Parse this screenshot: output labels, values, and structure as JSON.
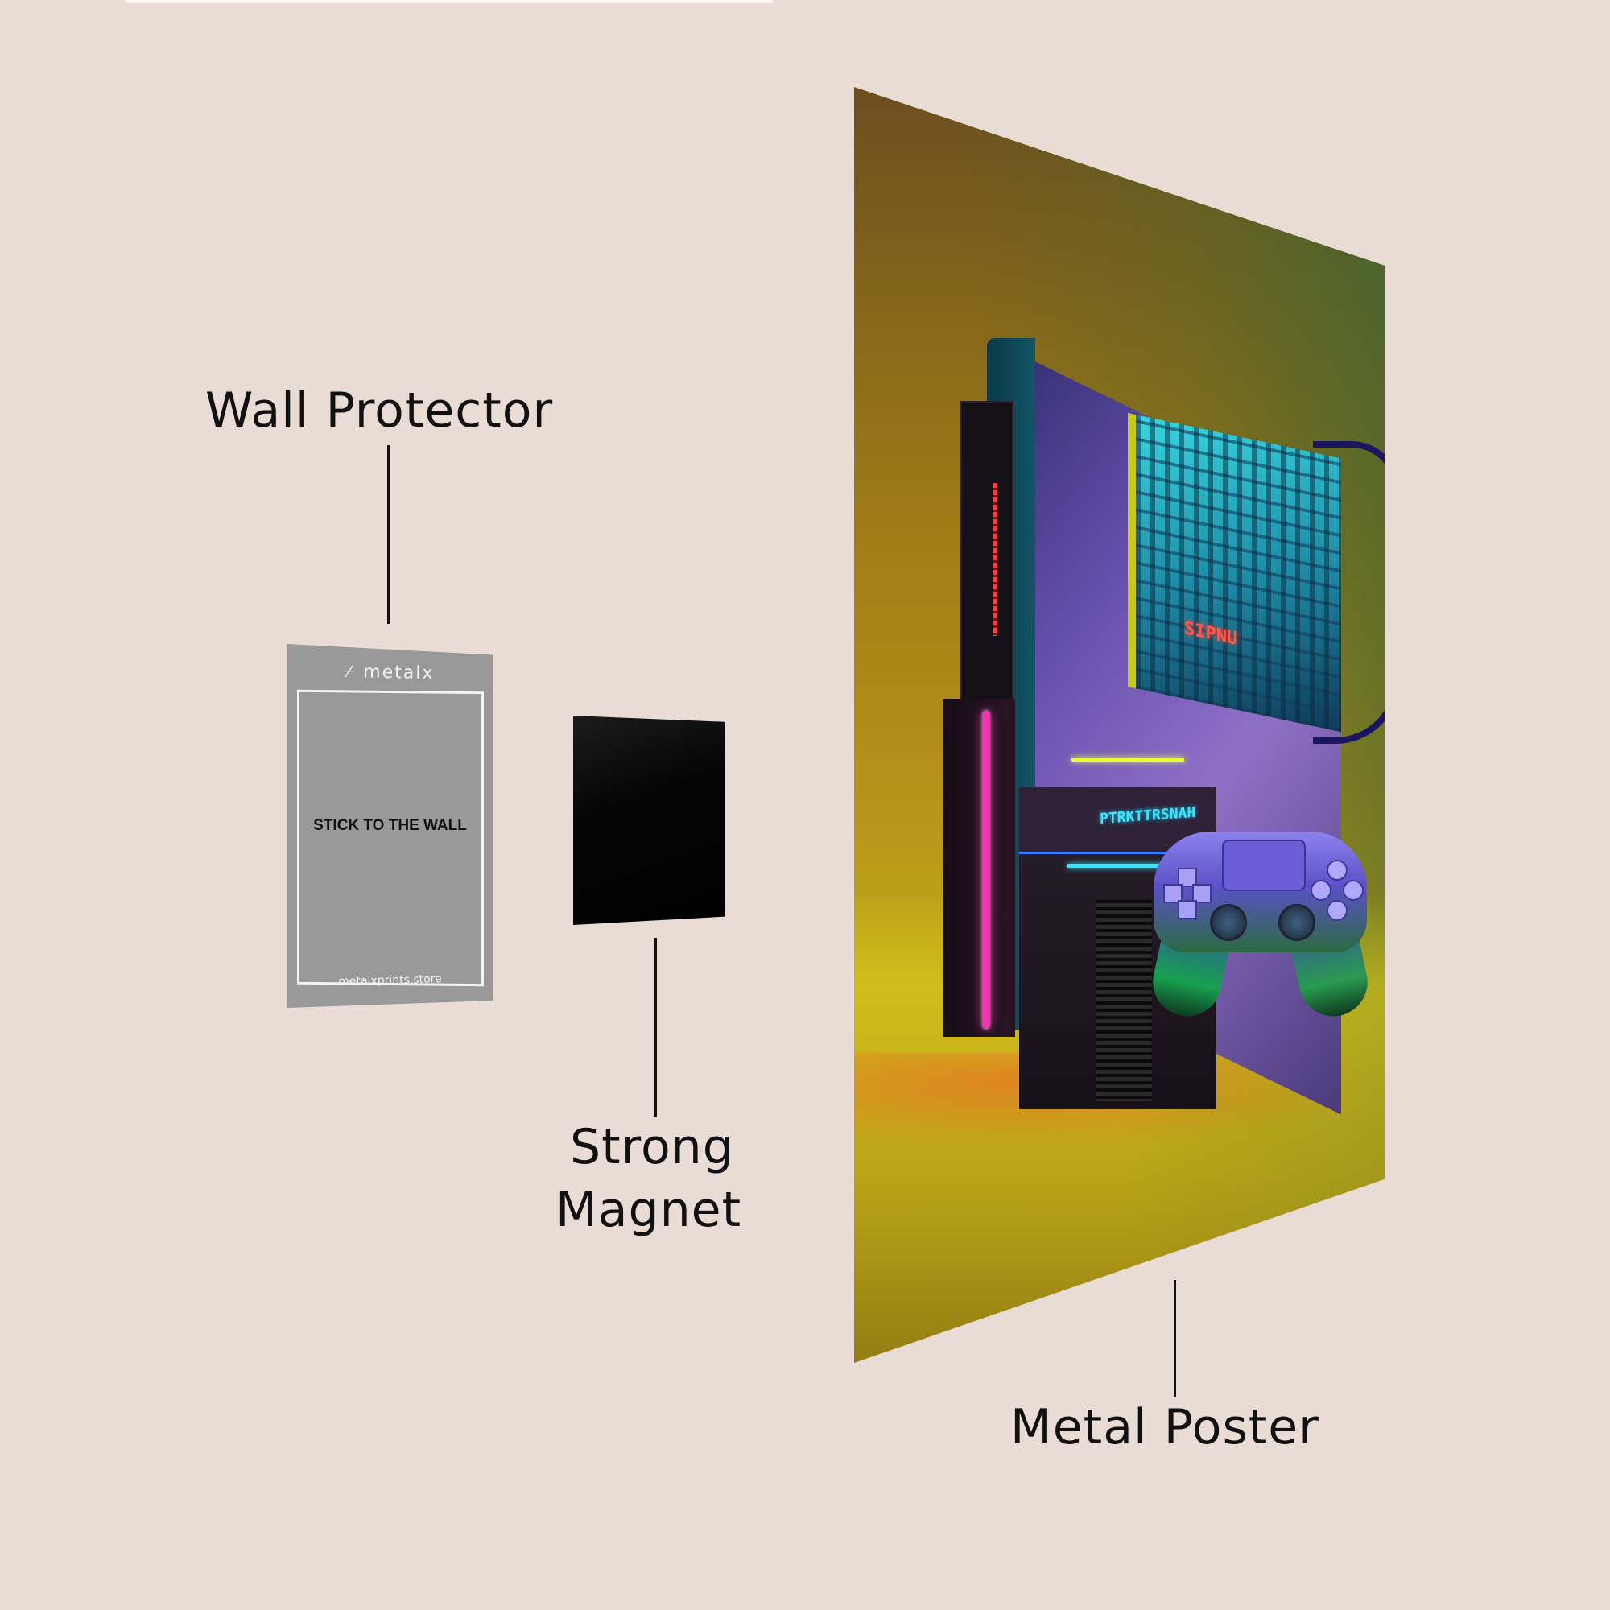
{
  "labels": {
    "wall_protector": "Wall Protector",
    "strong_magnet_line1": "Strong",
    "strong_magnet_line2": "Magnet",
    "metal_poster": "Metal Poster"
  },
  "wall_protector": {
    "logo_text": "metalx",
    "logo_icon": "metalx-logo-icon",
    "instruction": "STICK TO THE WALL",
    "website": "metalxprints.store",
    "color": "#999999"
  },
  "magnet": {
    "color": "#000000"
  },
  "poster": {
    "artwork": "cyberpunk gaming console with controller",
    "console_brand_text": "PTRKTTRSNAH",
    "board_neon_text": "SIPNU",
    "colors": {
      "top": "#6b4e1e",
      "middle": "#b4921a",
      "floor": "#c2aa18",
      "accent_pink": "#ff2fb4",
      "accent_cyan": "#35e2ff",
      "accent_purple": "#8f70c8"
    }
  },
  "background_color": "#e8dcd4"
}
